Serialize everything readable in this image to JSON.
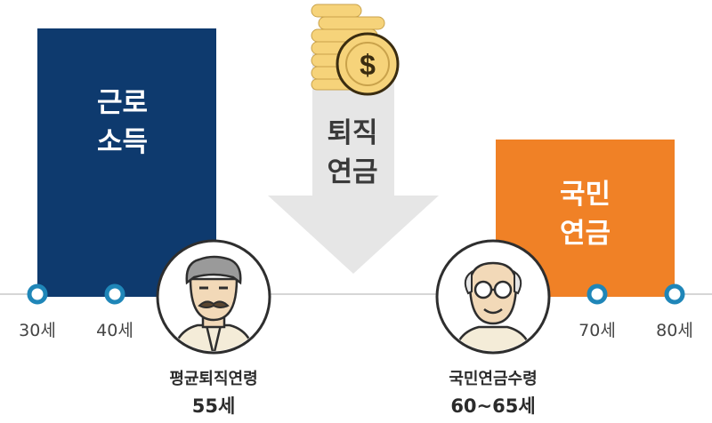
{
  "blocks": {
    "labor_income": {
      "line1": "근로",
      "line2": "소득",
      "color": "#0e3a6e"
    },
    "retirement_pension": {
      "line1": "퇴직",
      "line2": "연금",
      "arrow_color": "#e6e6e6",
      "coin_color": "#f6d37a"
    },
    "national_pension": {
      "line1": "국민",
      "line2": "연금",
      "color": "#f08126"
    }
  },
  "timeline": {
    "ticks": [
      {
        "label": "30세"
      },
      {
        "label": "40세"
      },
      {
        "label": "70세"
      },
      {
        "label": "80세"
      }
    ],
    "marker_color": "#1f86b8"
  },
  "milestones": {
    "retirement_age": {
      "title": "평균퇴직연령",
      "value": "55세"
    },
    "pension_age": {
      "title": "국민연금수령",
      "value": "60~65세"
    }
  },
  "icons": [
    "coin-stack-icon",
    "dollar-coin-icon",
    "down-arrow-icon",
    "middle-aged-man-icon",
    "elderly-man-icon"
  ]
}
